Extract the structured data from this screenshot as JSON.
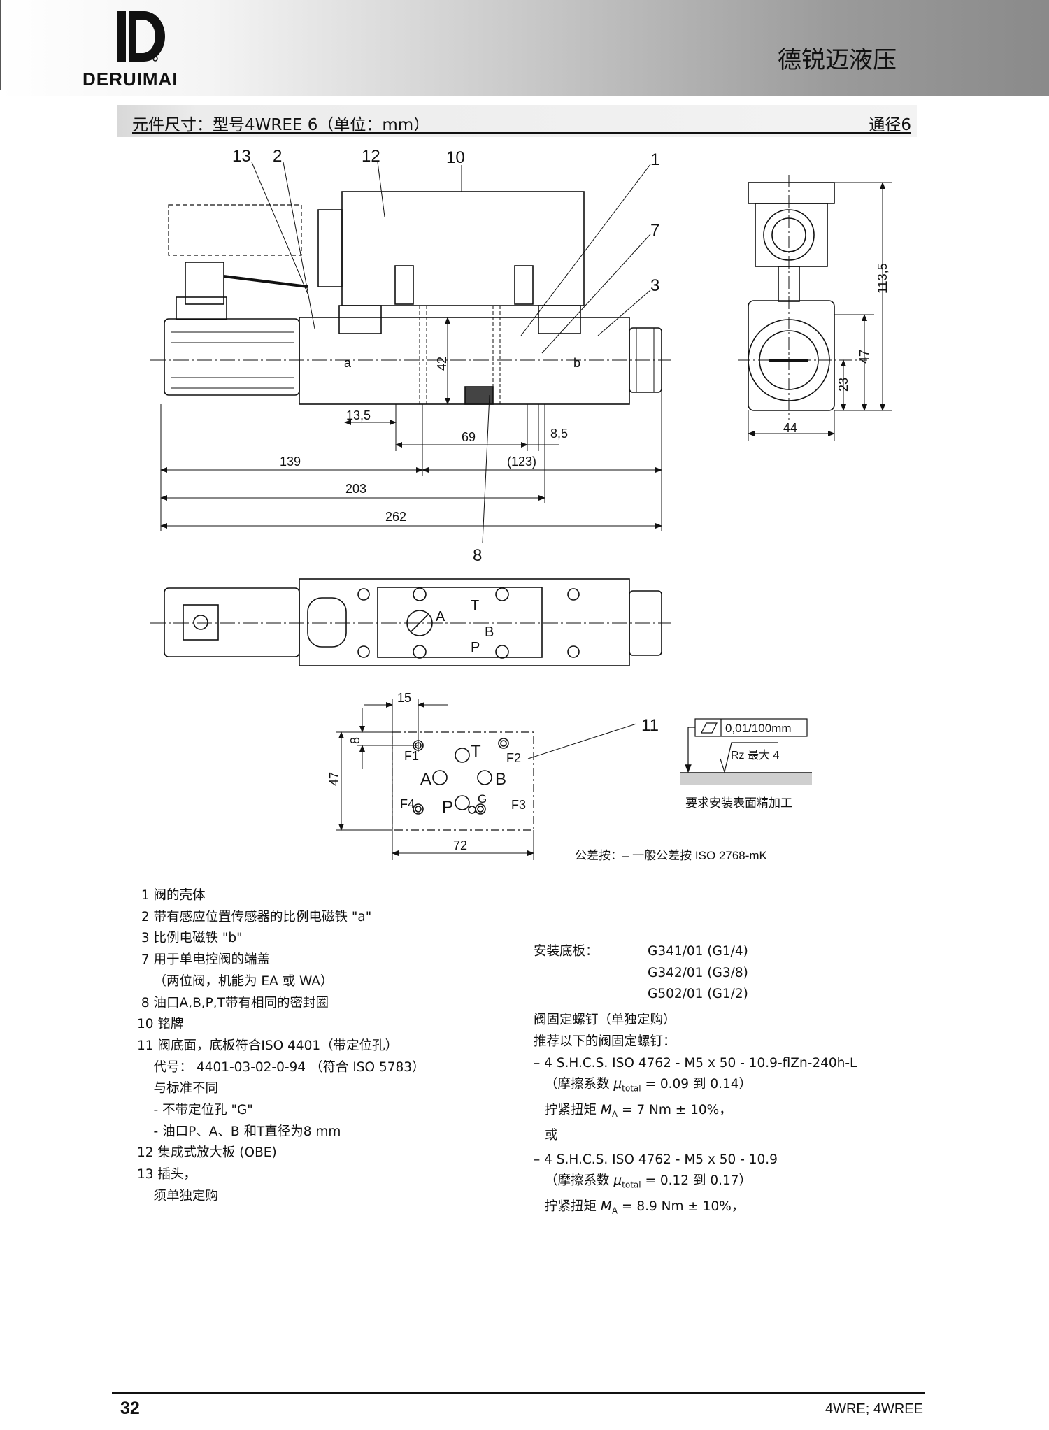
{
  "header": {
    "logo_text": "DERUIMAI",
    "brand_cn": "德锐迈液压"
  },
  "title_bar": {
    "title": "元件尺寸：型号4WREE 6（单位：mm）",
    "right": "通径6"
  },
  "drawing": {
    "callouts": {
      "c13": "13",
      "c2": "2",
      "c12": "12",
      "c10": "10",
      "c1": "1",
      "c7": "7",
      "c3": "3",
      "c8": "8",
      "c11": "11"
    },
    "side_view": {
      "a": "a",
      "b": "b",
      "d42": "42",
      "d13_5": "13,5",
      "d69": "69",
      "d8_5": "8,5",
      "d139": "139",
      "d123": "(123)",
      "d203": "203",
      "d262": "262"
    },
    "end_view": {
      "d113_5": "113,5",
      "d47": "47",
      "d23": "23",
      "d44": "44"
    },
    "top_view": {
      "A": "A",
      "T": "T",
      "B": "B",
      "P": "P"
    },
    "mounting_face": {
      "d15": "15",
      "d8": "8",
      "d47": "47",
      "d72": "72",
      "F1": "F1",
      "F2": "F2",
      "F3": "F3",
      "F4": "F4",
      "T": "T",
      "A": "A",
      "B": "B",
      "P": "P",
      "G": "G"
    },
    "flatness": "0,01/100mm",
    "roughness": "Rz 最大 4",
    "surface_note": "要求安装表面精加工",
    "tolerance_note": "公差按：– 一般公差按 ISO 2768-mK"
  },
  "legend": [
    " 1 阀的壳体",
    " 2 带有感应位置传感器的比例电磁铁 \"a\"",
    " 3 比例电磁铁 \"b\"",
    " 7 用于单电控阀的端盖",
    "    （两位阀，机能为 EA 或 WA）",
    " 8 油口A,B,P,T带有相同的密封圈",
    "10 铭牌",
    "11 阀底面，底板符合ISO 4401（带定位孔）",
    "    代号： 4401-03-02-0-94 （符合 ISO 5783）",
    "    与标准不同",
    "    - 不带定位孔 \"G\"",
    "    - 油口P、A、B 和T直径为8 mm",
    "12 集成式放大板 (OBE)",
    "13 插头，",
    "    须单独定购"
  ],
  "right_column": {
    "subplate_label": "安装底板：",
    "subplates": [
      "G341/01 (G1/4)",
      "G342/01 (G3/8)",
      "G502/01 (G1/2)"
    ],
    "screws_title": "阀固定螺钉（单独定购）",
    "screws_intro": "推荐以下的阀固定螺钉：",
    "option1": "– 4 S.H.C.S. ISO 4762 - M5 x 50 - 10.9-flZn-240h-L",
    "option1_friction_pre": "（摩擦系数 ",
    "mu": "μ",
    "total": "total",
    "option1_friction_post": " = 0.09 到 0.14）",
    "torque_pre": "拧紧扭矩 ",
    "M": "M",
    "A_sub": "A",
    "option1_torque_post": " = 7 Nm ± 10%，",
    "or": "或",
    "option2": "– 4 S.H.C.S. ISO 4762 - M5 x 50 - 10.9",
    "option2_friction_post": " = 0.12 到 0.17）",
    "option2_torque_post": " = 8.9 Nm ± 10%，"
  },
  "footer": {
    "page_number": "32",
    "right": "4WRE; 4WREE"
  }
}
